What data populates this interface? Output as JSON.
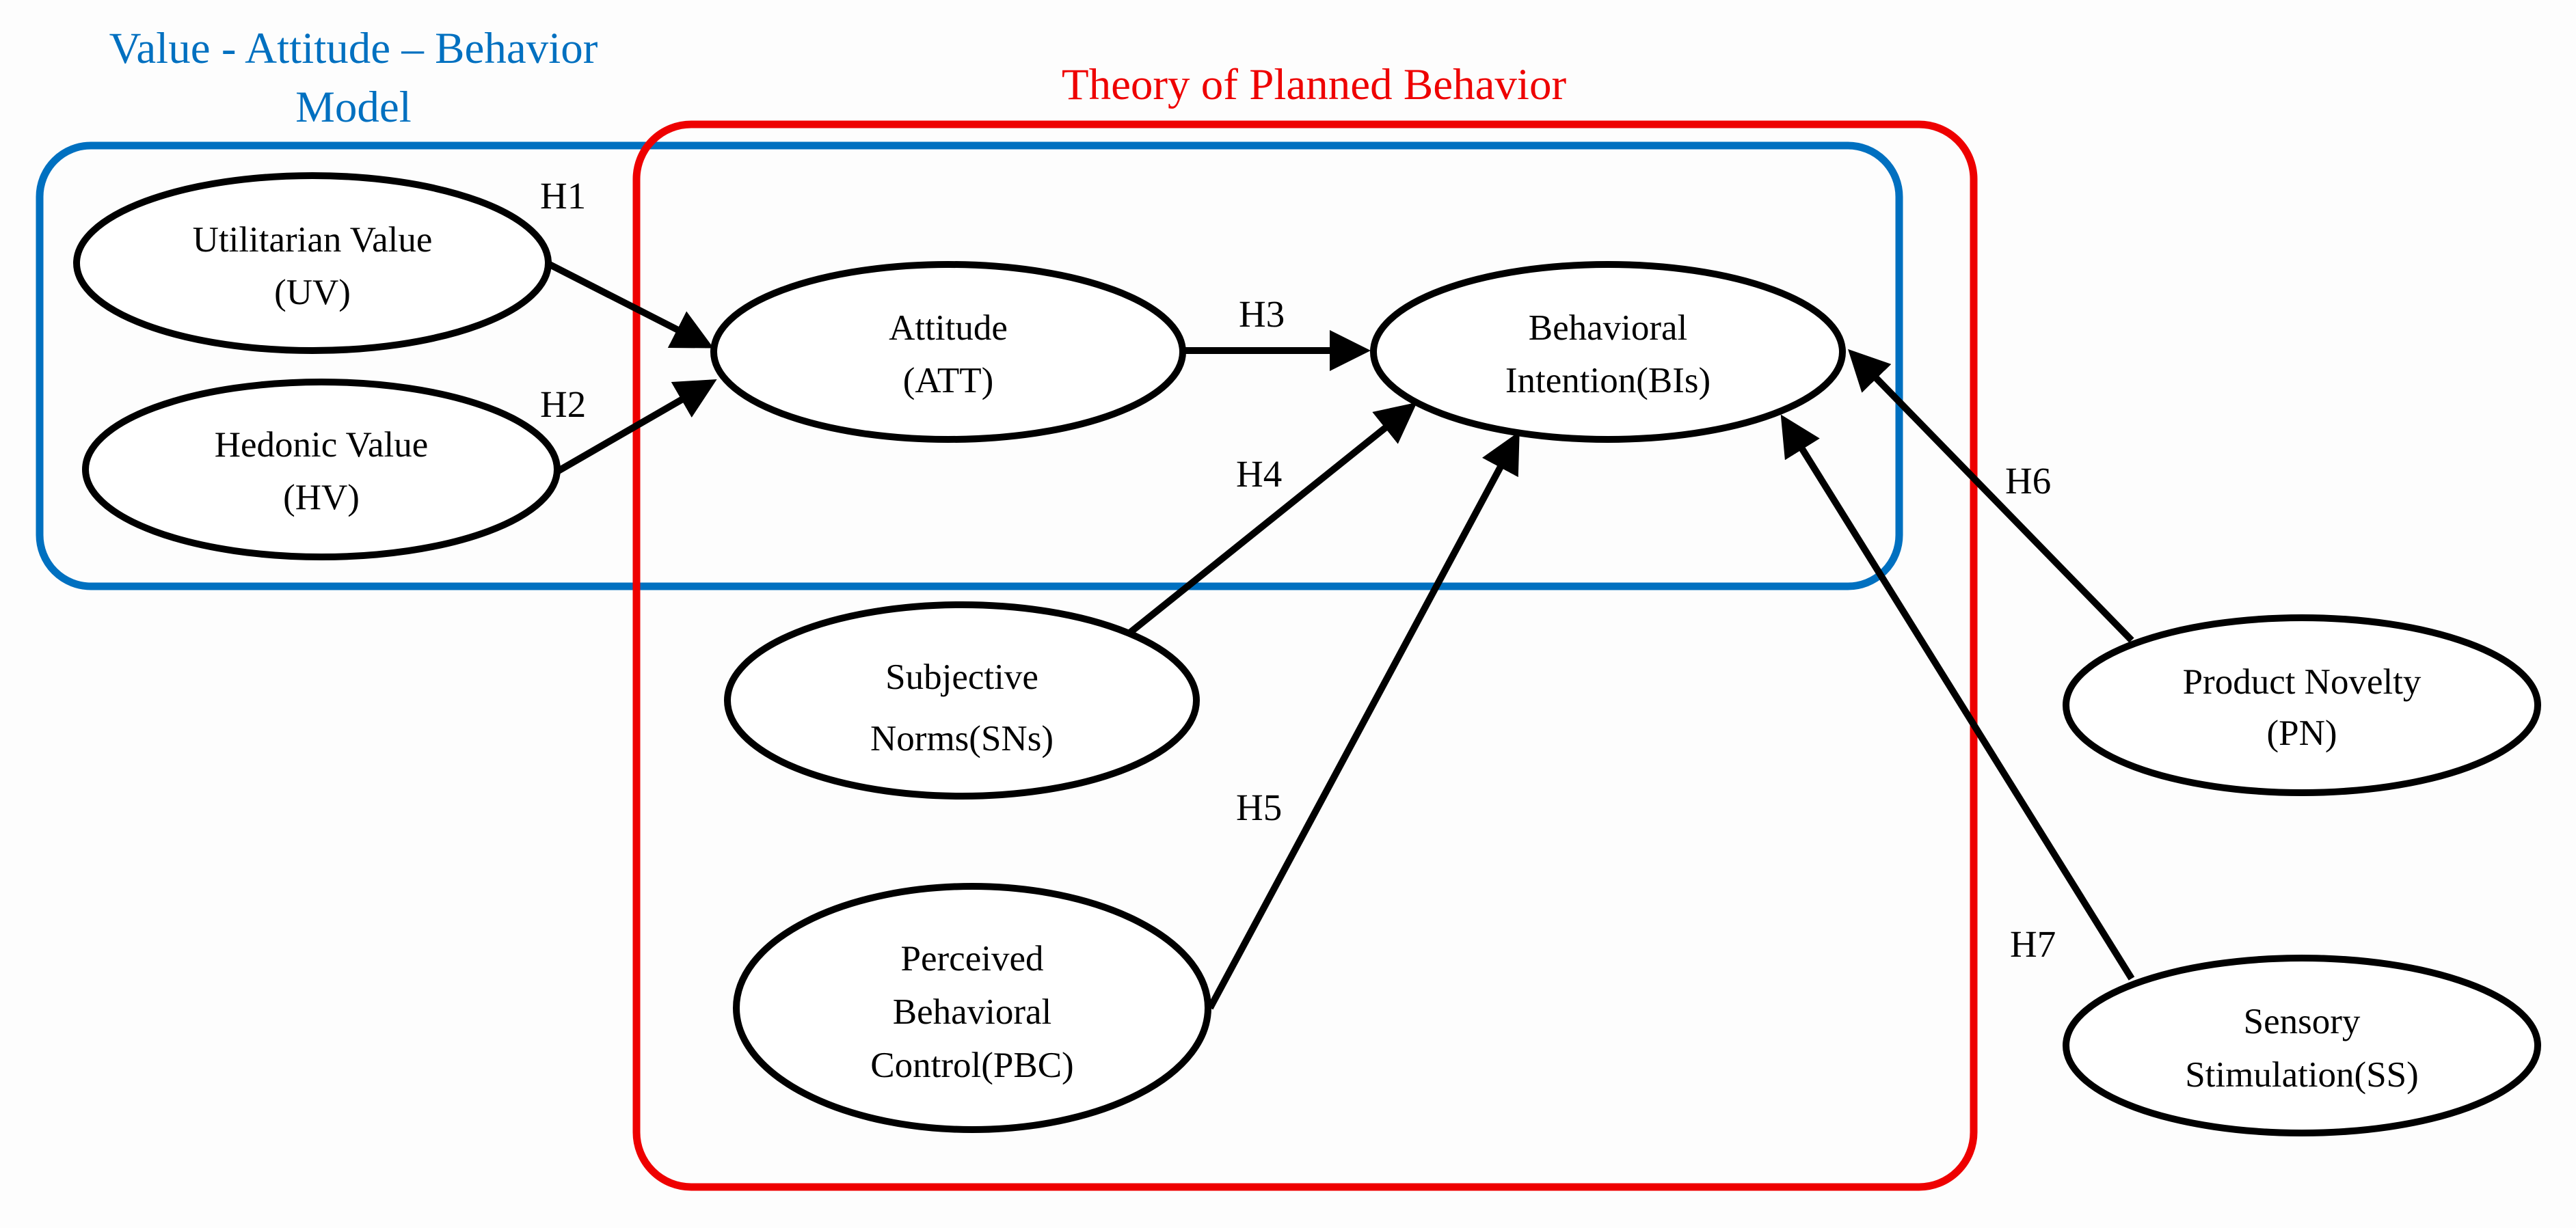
{
  "groups": {
    "vab": {
      "title_line1": "Value - Attitude – Behavior",
      "title_line2": "Model",
      "color": "#0070c0"
    },
    "tpb": {
      "title": "Theory of Planned Behavior",
      "color": "#ee0000"
    }
  },
  "nodes": {
    "uv": {
      "line1": "Utilitarian Value",
      "line2": "(UV)"
    },
    "hv": {
      "line1": "Hedonic Value",
      "line2": "(HV)"
    },
    "att": {
      "line1": "Attitude",
      "line2": "(ATT)"
    },
    "bis": {
      "line1": "Behavioral",
      "line2": "Intention(BIs)"
    },
    "sns": {
      "line1": "Subjective",
      "line2": "Norms(SNs)"
    },
    "pbc": {
      "line1": "Perceived",
      "line2": "Behavioral",
      "line3": "Control(PBC)"
    },
    "pn": {
      "line1": "Product Novelty",
      "line2": "(PN)"
    },
    "ss": {
      "line1": "Sensory",
      "line2": "Stimulation(SS)"
    }
  },
  "edges": {
    "h1": "H1",
    "h2": "H2",
    "h3": "H3",
    "h4": "H4",
    "h5": "H5",
    "h6": "H6",
    "h7": "H7"
  }
}
